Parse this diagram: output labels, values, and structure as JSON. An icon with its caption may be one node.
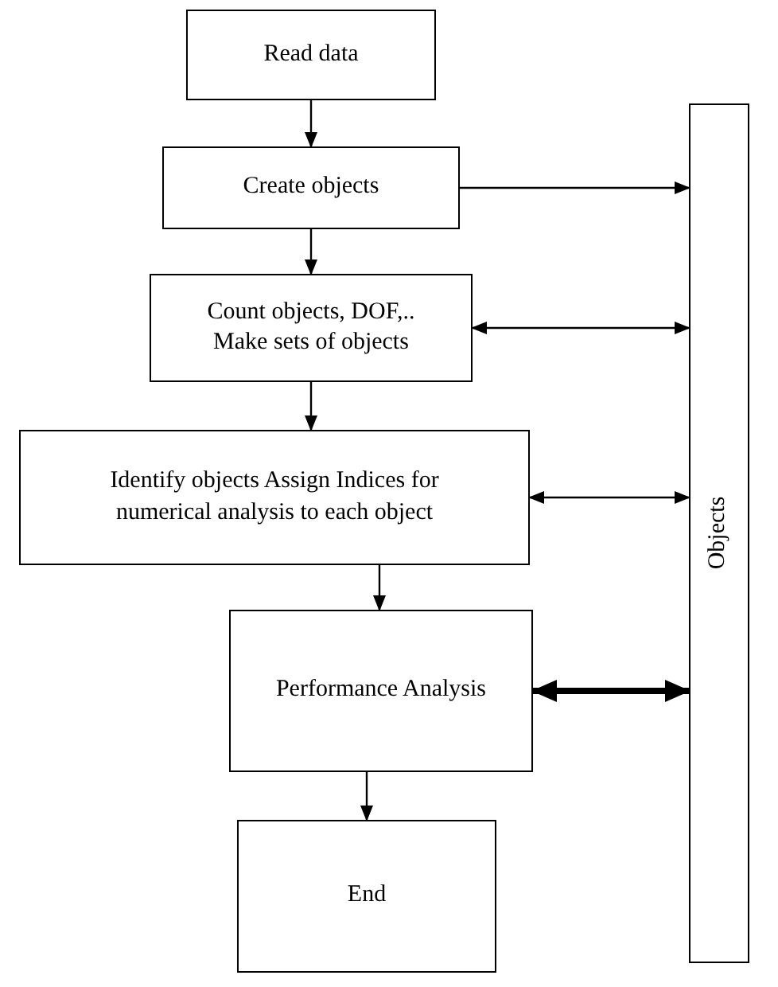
{
  "diagram": {
    "nodes": [
      {
        "text": [
          "Read data"
        ]
      },
      {
        "text": [
          "Create objects"
        ]
      },
      {
        "text": [
          "Count objects, DOF,.. Make sets of objects"
        ]
      },
      {
        "text": [
          "Identify objects Assign Indices for numerical analysis to each object"
        ]
      },
      {
        "text": [
          "Performance Analysis"
        ]
      },
      {
        "text": [
          "End"
        ]
      },
      {
        "text": [
          "Objects"
        ]
      }
    ],
    "edges": [
      {
        "from": 0,
        "to": 1,
        "arrow": "to"
      },
      {
        "from": 1,
        "to": 2,
        "arrow": "to"
      },
      {
        "from": 2,
        "to": 3,
        "arrow": "to"
      },
      {
        "from": 3,
        "to": 4,
        "arrow": "to"
      },
      {
        "from": 4,
        "to": 5,
        "arrow": "to"
      },
      {
        "from": 1,
        "to": 6,
        "arrow": "to"
      },
      {
        "from": 2,
        "to": 6,
        "arrow": "both"
      },
      {
        "from": 3,
        "to": 6,
        "arrow": "both"
      },
      {
        "from": 4,
        "to": 6,
        "arrow": "both",
        "style": "thick"
      }
    ]
  }
}
